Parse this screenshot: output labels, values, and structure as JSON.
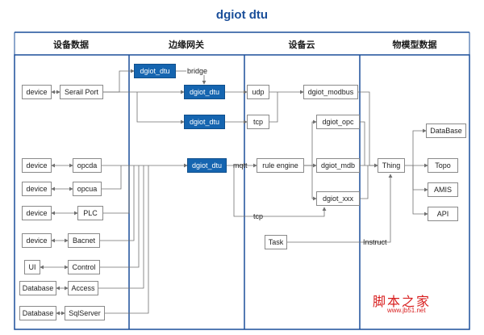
{
  "title": "dgiot dtu",
  "columns": [
    "设备数据",
    "边缘网关",
    "设备云",
    "物模型数据"
  ],
  "nodes": {
    "device1": "device",
    "serial_port": "Serail Port",
    "device2": "device",
    "opcda": "opcda",
    "device3": "device",
    "opcua": "opcua",
    "device4": "device",
    "plc": "PLC",
    "device5": "device",
    "bacnet": "Bacnet",
    "ui": "UI",
    "control": "Control",
    "database1": "Database",
    "access": "Access",
    "database2": "Database",
    "sqlserver": "SqlServer",
    "dtu_top": "dgiot_dtu",
    "dtu_2": "dgiot_dtu",
    "dtu_3": "dgiot_dtu",
    "dtu_main": "dgiot_dtu",
    "udp": "udp",
    "tcp": "tcp",
    "rule_engine": "rule engine",
    "task": "Task",
    "modbus": "dgiot_modbus",
    "opc": "dgiot_opc",
    "mdb": "dgiot_mdb",
    "xxx": "dgiot_xxx",
    "thing": "Thing",
    "database_out": "DataBase",
    "topo": "Topo",
    "amis": "AMIS",
    "api": "API"
  },
  "edge_labels": {
    "bridge": "bridge",
    "mqtt": "mqtt",
    "tcp": "tcp",
    "instruct": "Instruct"
  },
  "watermark": {
    "text": "脚本之家",
    "sub": "www.jb51.net"
  }
}
